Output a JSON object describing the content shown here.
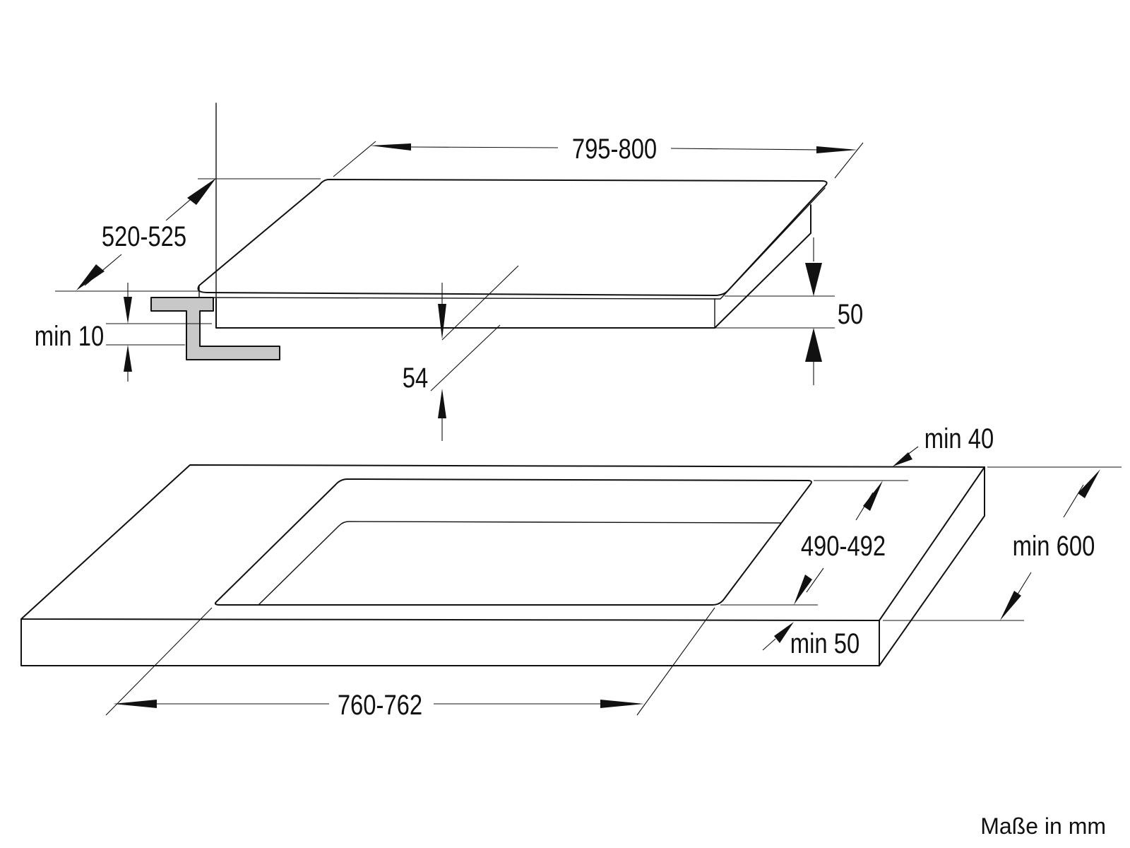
{
  "colors": {
    "line": "#111111",
    "bracket_fill": "#c8c8c8",
    "background": "#ffffff"
  },
  "hob": {
    "width": "795-800",
    "depth": "520-525",
    "height_front": "50",
    "height_total": "54",
    "clearance": "min 10"
  },
  "cutout": {
    "width": "760-762",
    "depth": "490-492",
    "min_back": "min 40",
    "min_front": "min 50",
    "worktop_depth": "min 600"
  },
  "units_note": "Maße in mm"
}
